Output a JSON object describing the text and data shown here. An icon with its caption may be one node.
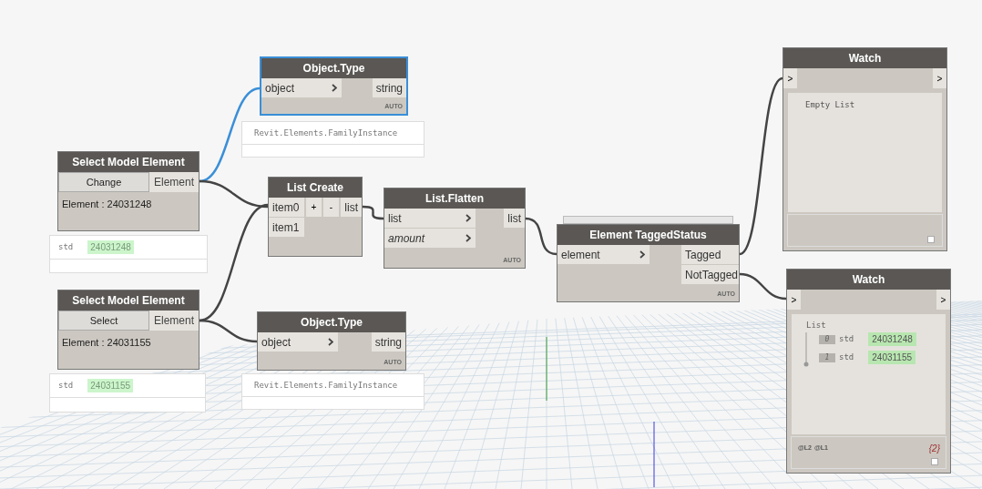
{
  "diagram": {
    "nodes": [
      {
        "text": [
          "Object.Type",
          "object",
          "string",
          "AUTO"
        ]
      },
      {
        "text": [
          "Revit.Elements.FamilyInstance"
        ]
      },
      {
        "text": [
          "Select Model Element",
          "Change",
          "Element",
          "Element : 24031248"
        ]
      },
      {
        "text": [
          "std",
          "24031248"
        ]
      },
      {
        "text": [
          "List Create",
          "item0",
          "+",
          "-",
          "list",
          "item1"
        ]
      },
      {
        "text": [
          "List.Flatten",
          "list",
          "amount",
          "list",
          "AUTO"
        ]
      },
      {
        "text": [
          "Element TaggedStatus",
          "element",
          "Tagged",
          "NotTagged",
          "AUTO"
        ]
      },
      {
        "text": [
          "Watch",
          ">",
          ">",
          "Empty List"
        ]
      },
      {
        "text": [
          "Select Model Element",
          "Select",
          "Element",
          "Element : 24031155"
        ]
      },
      {
        "text": [
          "Object.Type",
          "object",
          "string",
          "AUTO"
        ]
      },
      {
        "text": [
          "std",
          "24031155"
        ]
      },
      {
        "text": [
          "Revit.Elements.FamilyInstance"
        ]
      },
      {
        "text": [
          "Watch",
          ">",
          ">",
          "List",
          "0",
          "std",
          "24031248",
          "1",
          "std",
          "24031155",
          "@L2",
          "@L1",
          "{2}"
        ]
      }
    ],
    "edges": [
      {
        "from": 2,
        "to": 0,
        "arrow": "none",
        "color": "#3a8fd8"
      },
      {
        "from": 2,
        "to": 4,
        "arrow": "none"
      },
      {
        "from": 8,
        "to": 4,
        "arrow": "none"
      },
      {
        "from": 8,
        "to": 9,
        "arrow": "none"
      },
      {
        "from": 4,
        "to": 5,
        "arrow": "none"
      },
      {
        "from": 5,
        "to": 6,
        "arrow": "none"
      },
      {
        "from": 6,
        "to": 7,
        "arrow": "none"
      },
      {
        "from": 6,
        "to": 12,
        "arrow": "none"
      }
    ]
  }
}
